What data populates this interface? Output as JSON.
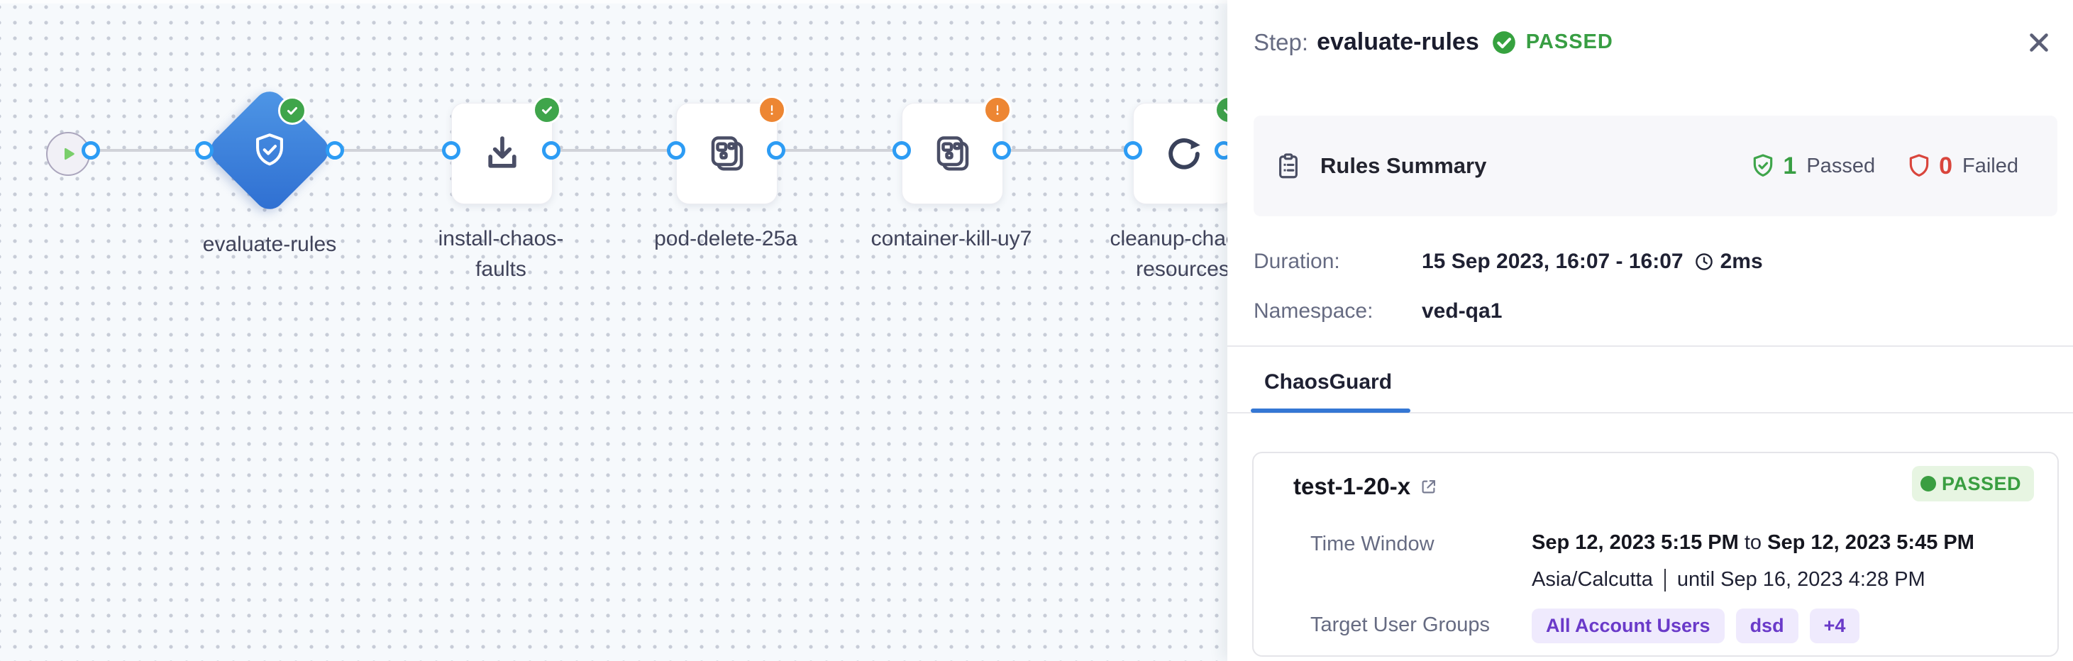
{
  "canvas": {
    "nodes": [
      {
        "id": "start",
        "type": "play"
      },
      {
        "id": "evaluate-rules",
        "label": "evaluate-rules",
        "status": "passed",
        "icon": "shield-check"
      },
      {
        "id": "install-chaos-faults",
        "label_line1": "install-chaos-",
        "label_line2": "faults",
        "status": "passed",
        "icon": "download"
      },
      {
        "id": "pod-delete-25a",
        "label": "pod-delete-25a",
        "status": "warning",
        "icon": "chaos-fault"
      },
      {
        "id": "container-kill-uy7",
        "label": "container-kill-uy7",
        "status": "warning",
        "icon": "chaos-fault"
      },
      {
        "id": "cleanup-chaos-resources",
        "label_line1": "cleanup-chaos-",
        "label_line2": "resources",
        "status": "passed",
        "icon": "refresh"
      }
    ]
  },
  "panel": {
    "header": {
      "prefix": "Step:",
      "name": "evaluate-rules",
      "status": "PASSED"
    },
    "rules_summary": {
      "title": "Rules Summary",
      "passed_count": "1",
      "passed_label": "Passed",
      "failed_count": "0",
      "failed_label": "Failed"
    },
    "duration": {
      "label": "Duration:",
      "value": "15 Sep 2023, 16:07 - 16:07",
      "elapsed": "2ms"
    },
    "namespace": {
      "label": "Namespace:",
      "value": "ved-qa1"
    },
    "tabs": [
      {
        "label": "ChaosGuard",
        "active": true
      }
    ],
    "card": {
      "title": "test-1-20-x",
      "status": "PASSED",
      "time_window": {
        "label": "Time Window",
        "start": "Sep 12, 2023 5:15 PM",
        "separator": "to",
        "end": "Sep 12, 2023 5:45 PM",
        "timezone": "Asia/Calcutta",
        "until": "until Sep 16, 2023 4:28 PM"
      },
      "target_user_groups": {
        "label": "Target User Groups",
        "groups": [
          "All Account Users",
          "dsd",
          "+4"
        ]
      }
    }
  },
  "colors": {
    "accent_blue": "#2d9cf4",
    "node_blue_gradient": [
      "#4f97e6",
      "#2e6ed1"
    ],
    "success_green": "#3fa54b",
    "status_green_text": "#389e43",
    "warning_orange": "#ed8633",
    "failed_red": "#d9453c",
    "purple_pill_bg": "#efeafd",
    "purple_pill_text": "#6a3ac9",
    "tab_underline": "#3577d4",
    "canvas_bg": "#f6f9fc"
  }
}
